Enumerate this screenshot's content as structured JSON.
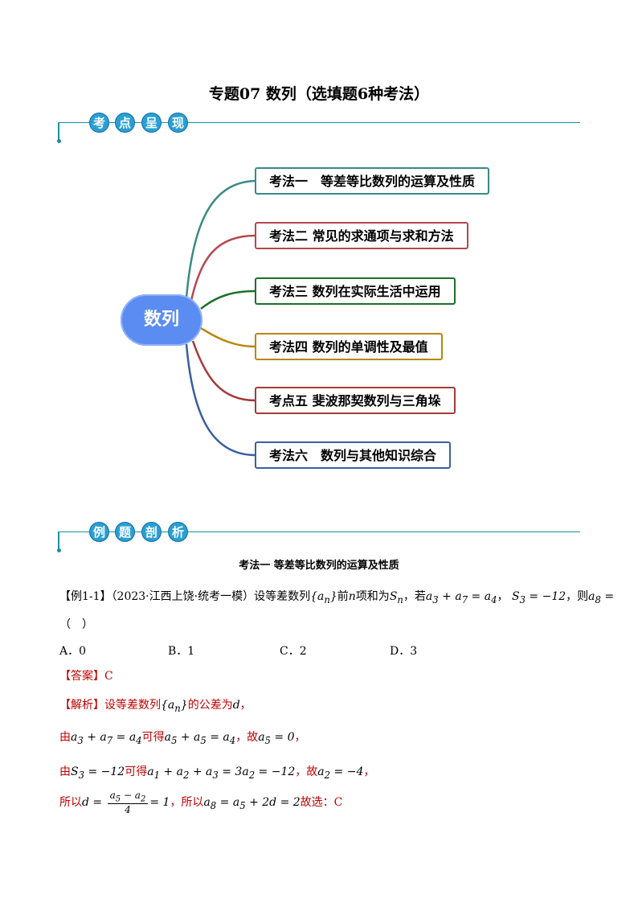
{
  "title": "专题07  数列（选填题6种考法）",
  "section1": {
    "chars": [
      "考",
      "点",
      "呈",
      "现"
    ]
  },
  "mindmap": {
    "center": "数列",
    "branches": [
      {
        "label": "考法一　等差等比数列的运算及性质",
        "color": "#3a8a84"
      },
      {
        "label": "考法二  常见的求通项与求和方法",
        "color": "#b5474f"
      },
      {
        "label": "考法三  数列在实际生活中运用",
        "color": "#1f6e2b"
      },
      {
        "label": "考法四  数列的单调性及最值",
        "color": "#b8860b"
      },
      {
        "label": "考点五  斐波那契数列与三角垛",
        "color": "#a23b3b"
      },
      {
        "label": "考法六　数列与其他知识综合",
        "color": "#3a5f9e"
      }
    ]
  },
  "section2": {
    "chars": [
      "例",
      "题",
      "剖",
      "析"
    ]
  },
  "subheading": "考法一  等差等比数列的运算及性质",
  "example": {
    "tag": "【例1-1】",
    "source": "（2023·江西上饶·统考一模）",
    "q_text1": "设等差数列",
    "q_text2": "前",
    "q_text3": "项和为",
    "q_text4": "，若",
    "q_text5": "，",
    "q_text6": "，则",
    "paren": "（　）",
    "options": [
      "A．0",
      "B．1",
      "C．2",
      "D．3"
    ],
    "answer_tag": "【答案】",
    "answer": "C",
    "analysis_tag": "【解析】",
    "a1": "设等差数列",
    "a2": "的公差为",
    "a3": "，",
    "l2_1": "由",
    "l2_2": "可得",
    "l2_3": "，故",
    "l2_4": "，",
    "l3_1": "由",
    "l3_2": "可得",
    "l3_3": "，故",
    "l3_4": "，",
    "l4_1": "所以",
    "l4_2": "，所以",
    "l4_3": "故选：",
    "l4_ans": "C"
  }
}
